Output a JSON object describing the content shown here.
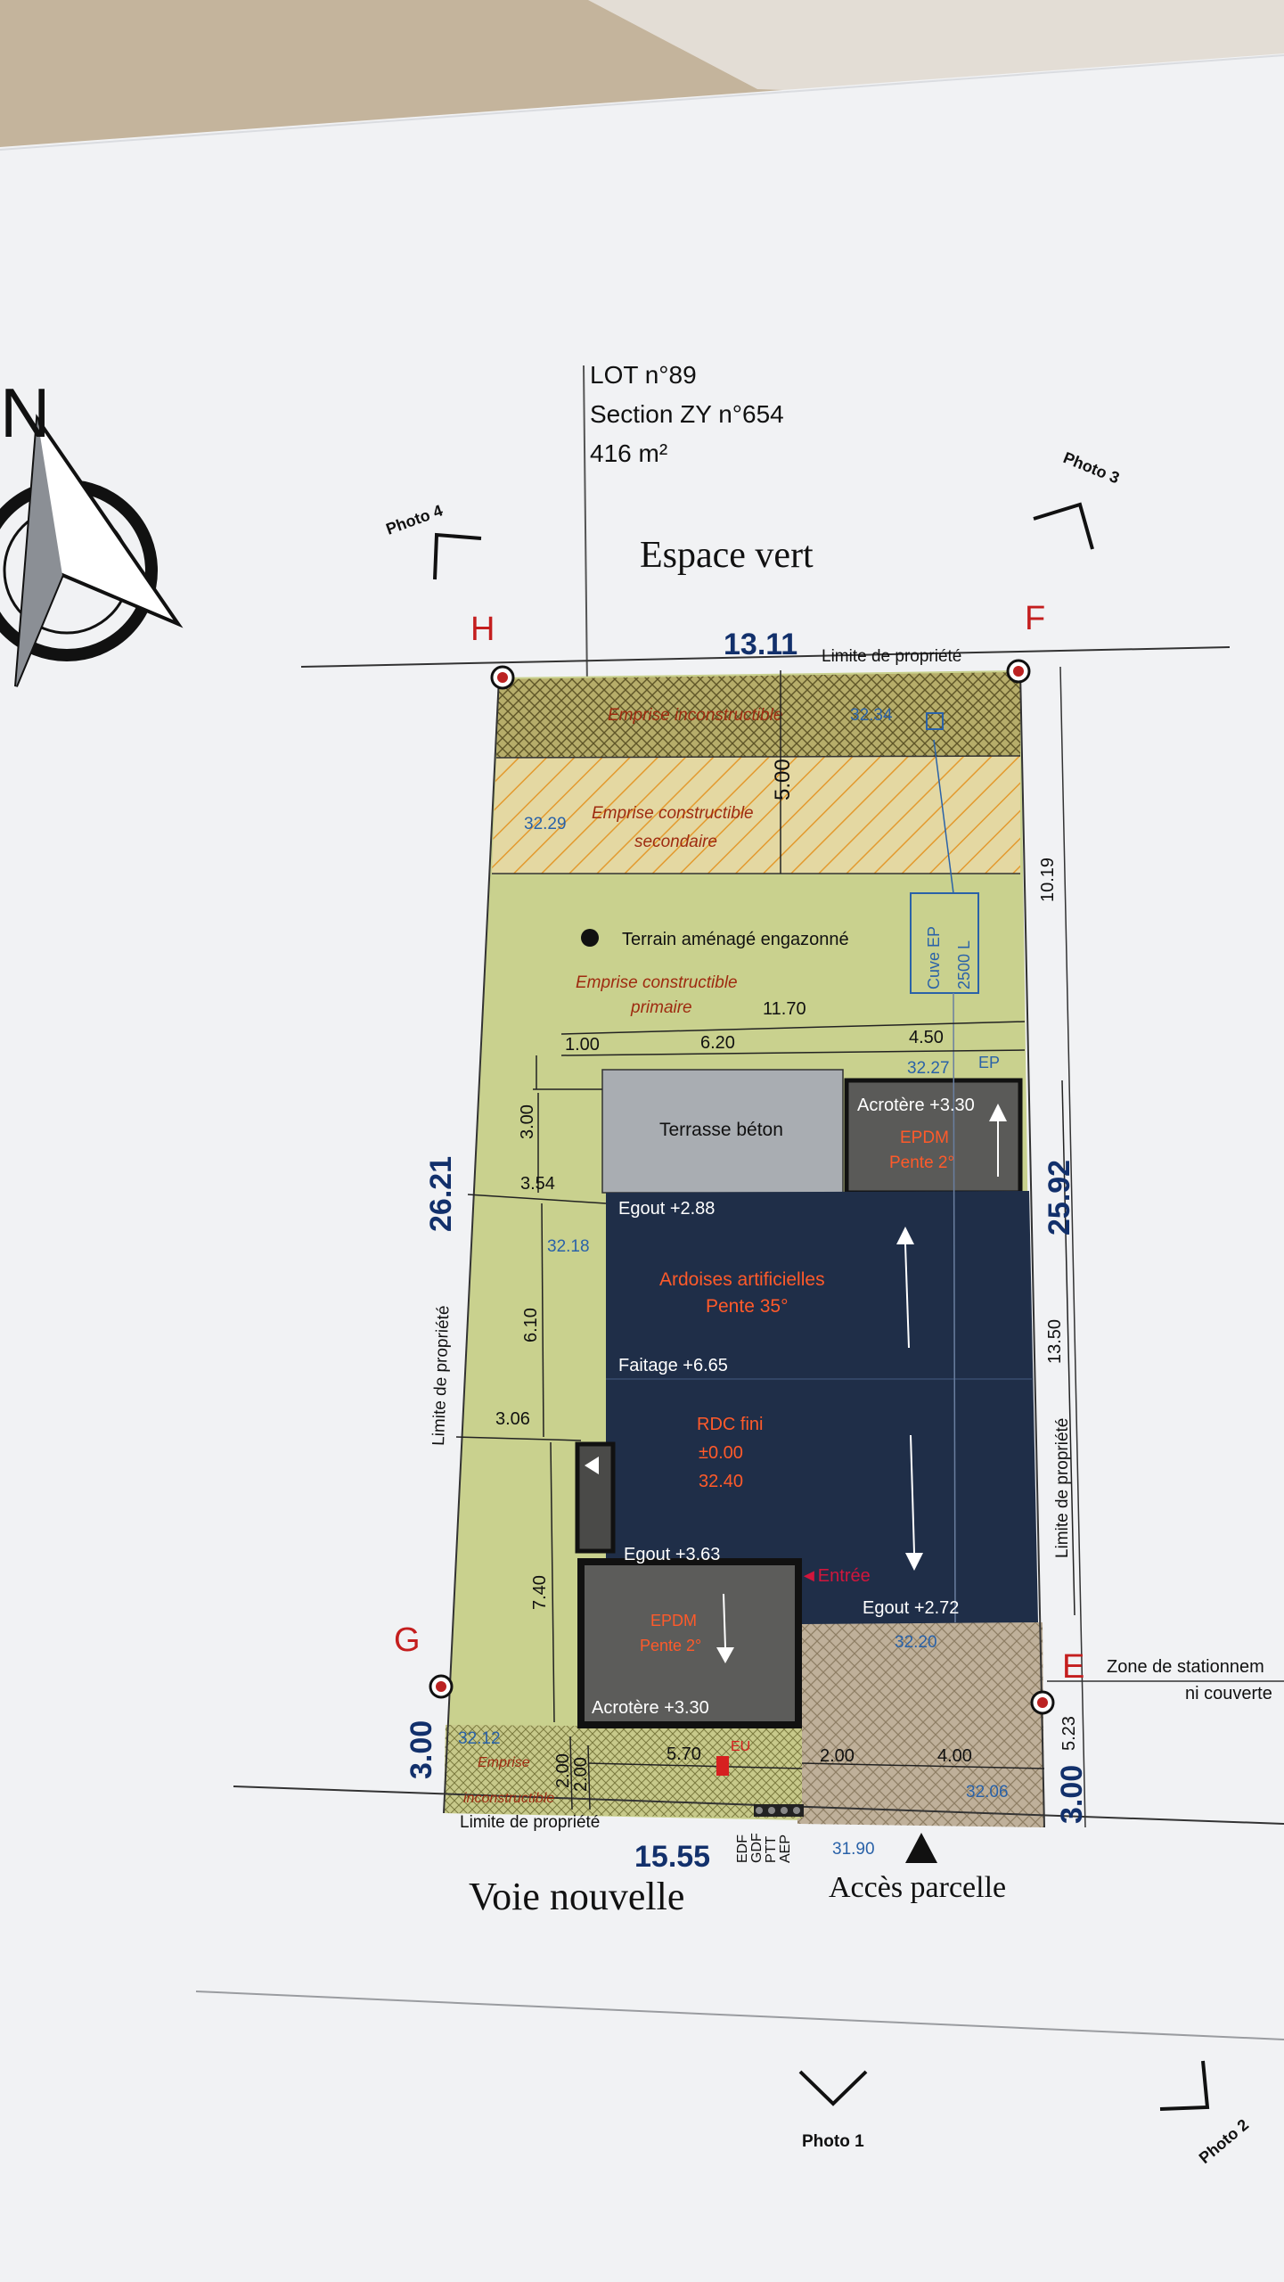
{
  "lot": {
    "line1": "LOT n°89",
    "line2": "Section ZY n°654",
    "line3": "416 m²"
  },
  "compass": {
    "north": "N",
    "icon": "north-arrow-icon"
  },
  "photos": {
    "p1": "Photo 1",
    "p2": "Photo 2",
    "p3": "Photo 3",
    "p4": "Photo 4"
  },
  "labels": {
    "espace_vert": "Espace vert",
    "voie_nouvelle": "Voie  nouvelle",
    "acces_parcelle": "Accès parcelle",
    "limite_top": "Limite de propriété",
    "limite_left": "Limite de propriété",
    "limite_right": "Limite de propriété",
    "limite_bottom": "Limite de propriété",
    "zone_stat_1": "Zone de stationnem",
    "zone_stat_2": "ni couverte"
  },
  "corners": {
    "h": "H",
    "f": "F",
    "g": "G",
    "e": "E"
  },
  "zones": {
    "inconstructible_top": "Emprise inconstructible",
    "secondaire_1": "Emprise constructible",
    "secondaire_2": "secondaire",
    "terrain": "Terrain aménagé engazonné",
    "primaire_1": "Emprise constructible",
    "primaire_2": "primaire",
    "inconstructible_bottom_1": "Emprise",
    "inconstructible_bottom_2": "inconstructible",
    "cuve_1": "Cuve EP",
    "cuve_2": "2500 L",
    "ep": "EP"
  },
  "building": {
    "terrasse": "Terrasse béton",
    "acrotere_top": "Acrotère +3.30",
    "epdm_top_1": "EPDM",
    "epdm_top_2": "Pente 2°",
    "egout_top": "Egout +2.88",
    "ardoises_1": "Ardoises artificielles",
    "ardoises_2": "Pente 35°",
    "faitage": "Faitage +6.65",
    "rdc_1": "RDC fini",
    "rdc_2": "±0.00",
    "rdc_3": "32.40",
    "egout_bottom": "Egout +3.63",
    "egout_right": "Egout +2.72",
    "entree": "◄Entrée",
    "epdm_bot_1": "EPDM",
    "epdm_bot_2": "Pente 2°",
    "acrotere_bot": "Acrotère +3.30"
  },
  "dimensions": {
    "top_width": "13.11",
    "bottom_width": "15.55",
    "left_length": "26.21",
    "right_length": "25.92",
    "right_top": "10.19",
    "right_mid": "13.50",
    "right_bot": "5.23",
    "right_small": "3.00",
    "left_small": "3.00",
    "d500": "5.00",
    "d1170": "11.70",
    "d100": "1.00",
    "d620": "6.20",
    "d450": "4.50",
    "d300": "3.00",
    "d354": "3.54",
    "d610": "6.10",
    "d306": "3.06",
    "d740": "7.40",
    "d200a": "2.00",
    "d200b": "2.00",
    "d570": "5.70",
    "d200c": "2.00",
    "d400": "4.00"
  },
  "levels": {
    "l3234": "32.34",
    "l3229": "32.29",
    "l3227": "32.27",
    "l3218": "32.18",
    "l3220": "32.20",
    "l3212": "32.12",
    "l3206": "32.06",
    "l3190": "31.90"
  },
  "networks": [
    "EDF",
    "GDF",
    "PTT",
    "AEP"
  ],
  "eu": "EU",
  "colors": {
    "paper": "#f2f3f5",
    "grass": "#c9d18e",
    "hatch_dark": "#857a3f",
    "hatch_orange": "#e8a33a",
    "roof_blue": "#1f2e48",
    "terrace": "#a5a9ae",
    "epdm": "#5a5a58",
    "parking": "#b3a58e",
    "dim_blue": "#12306b",
    "corner_red": "#c41e1e",
    "level_blue": "#2a62a8",
    "zone_text": "#9e2b10"
  }
}
